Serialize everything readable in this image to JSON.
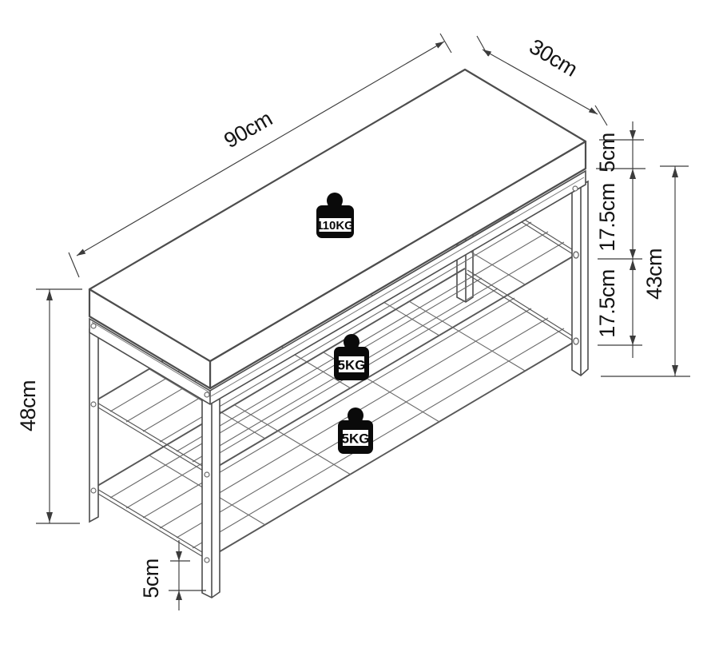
{
  "diagram": {
    "dimensions": {
      "length": "90cm",
      "depth": "30cm",
      "cushion_thickness": "5cm",
      "seat_to_upper_shelf": "17.5cm",
      "upper_to_lower_shelf": "17.5cm",
      "frame_to_floor": "43cm",
      "side_total_height": "48cm",
      "lower_shelf_to_floor": "5cm"
    },
    "load_capacity": {
      "seat": "110KG",
      "upper_shelf": "5KG",
      "lower_shelf": "5KG"
    },
    "colors": {
      "background": "#ffffff",
      "structure_line": "#4d4d4d",
      "wire_line": "#6b6b6b",
      "dimension_line": "#3c3c3c",
      "text": "#141414",
      "weight_icon": "#0a0a0a"
    }
  }
}
